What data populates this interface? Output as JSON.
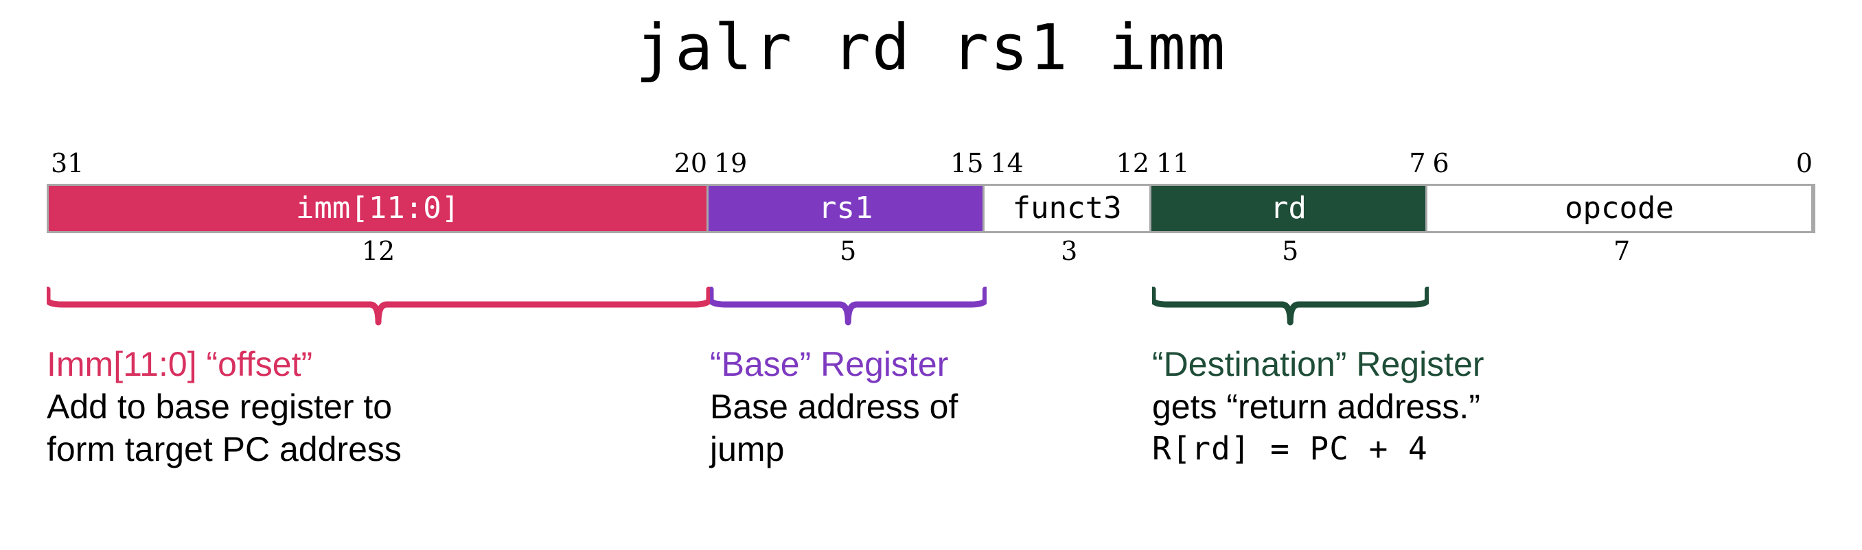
{
  "title": "jalr rd rs1 imm",
  "colors": {
    "imm": "#d8305f",
    "rs1": "#7d3ac1",
    "rd": "#1e4d38",
    "neutral_fill": "#ffffff",
    "border": "#a8a8a8",
    "text_dark": "#000000",
    "text_light": "#ffffff"
  },
  "bit_labels": [
    {
      "text": "31",
      "bit": 31,
      "align": "left"
    },
    {
      "text": "20",
      "bit": 20,
      "align": "right"
    },
    {
      "text": "19",
      "bit": 19,
      "align": "left"
    },
    {
      "text": "15",
      "bit": 15,
      "align": "right"
    },
    {
      "text": "14",
      "bit": 14,
      "align": "left"
    },
    {
      "text": "12",
      "bit": 12,
      "align": "right"
    },
    {
      "text": "11",
      "bit": 11,
      "align": "left"
    },
    {
      "text": "7",
      "bit": 7,
      "align": "right"
    },
    {
      "text": "6",
      "bit": 6,
      "align": "left"
    },
    {
      "text": "0",
      "bit": 0,
      "align": "right"
    }
  ],
  "fields": [
    {
      "name": "imm",
      "label": "imm[11:0]",
      "width_bits": 12,
      "width_text": "12",
      "high_bit": 31,
      "low_bit": 20,
      "fill": "#d8305f",
      "text_color": "#ffffff"
    },
    {
      "name": "rs1",
      "label": "rs1",
      "width_bits": 5,
      "width_text": "5",
      "high_bit": 19,
      "low_bit": 15,
      "fill": "#7d3ac1",
      "text_color": "#ffffff"
    },
    {
      "name": "funct3",
      "label": "funct3",
      "width_bits": 3,
      "width_text": "3",
      "high_bit": 14,
      "low_bit": 12,
      "fill": "#ffffff",
      "text_color": "#000000"
    },
    {
      "name": "rd",
      "label": "rd",
      "width_bits": 5,
      "width_text": "5",
      "high_bit": 11,
      "low_bit": 7,
      "fill": "#1e4d38",
      "text_color": "#ffffff"
    },
    {
      "name": "opcode",
      "label": "opcode",
      "width_bits": 7,
      "width_text": "7",
      "high_bit": 6,
      "low_bit": 0,
      "fill": "#ffffff",
      "text_color": "#000000"
    }
  ],
  "annotations": [
    {
      "field": "imm",
      "title": "Imm[11:0] “offset”",
      "color": "#d8305f",
      "lines": [
        "Add to base register to",
        "form target PC address"
      ],
      "mono_lines": []
    },
    {
      "field": "rs1",
      "title": "“Base” Register",
      "color": "#7d3ac1",
      "lines": [
        "Base address of",
        "jump"
      ],
      "mono_lines": []
    },
    {
      "field": "rd",
      "title": "“Destination” Register",
      "color": "#1e4d38",
      "lines": [
        "gets “return address.”"
      ],
      "mono_lines": [
        "R[rd] = PC + 4"
      ]
    }
  ]
}
